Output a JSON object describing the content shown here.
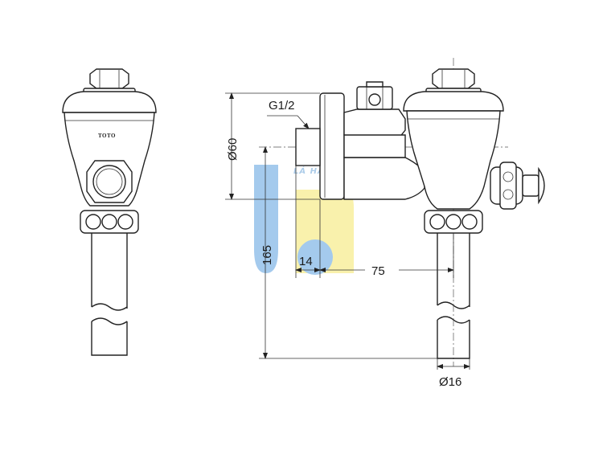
{
  "brand_label": "TOTO",
  "watermark_text": "LÁ HÀO",
  "dimensions": {
    "thread": "G1/2",
    "diameter_flange": "Ø60",
    "height": "165",
    "offset": "14",
    "length": "75",
    "diameter_pipe": "Ø16"
  },
  "colors": {
    "line": "#222222",
    "watermark_blue": "#5b9fe0",
    "watermark_yellow": "#f5e76a"
  }
}
